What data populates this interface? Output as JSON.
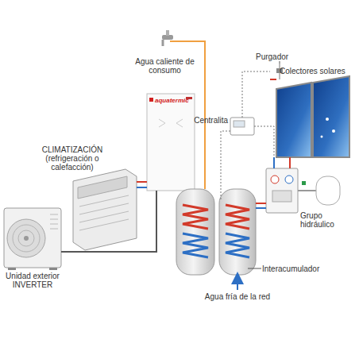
{
  "diagram": {
    "nodes": [
      {
        "text": [
          "CLIMATIZACIÓN (refrigeración o calefacción)"
        ]
      },
      {
        "text": [
          "aquatermic"
        ]
      },
      {
        "text": [
          "Centralita"
        ]
      },
      {
        "text": [
          "Colectores solares"
        ]
      },
      {
        "text": [
          "Grupo hidráulico"
        ]
      },
      {
        "text": [
          "Interacumulador"
        ]
      },
      {
        "text": [
          "Unidad exterior INVERTER"
        ]
      }
    ],
    "edges": [
      {
        "from": 0,
        "to": 1,
        "arrow": "none"
      },
      {
        "from": 6,
        "to": 1,
        "arrow": "none"
      },
      {
        "from": 2,
        "to": 4,
        "arrow": "none"
      },
      {
        "from": 4,
        "to": 3,
        "arrow": "none"
      },
      {
        "from": 4,
        "to": 5,
        "arrow": "none"
      }
    ],
    "labels": [
      "Agua caliente de consumo",
      "Purgador",
      "Agua fría de la red"
    ]
  }
}
